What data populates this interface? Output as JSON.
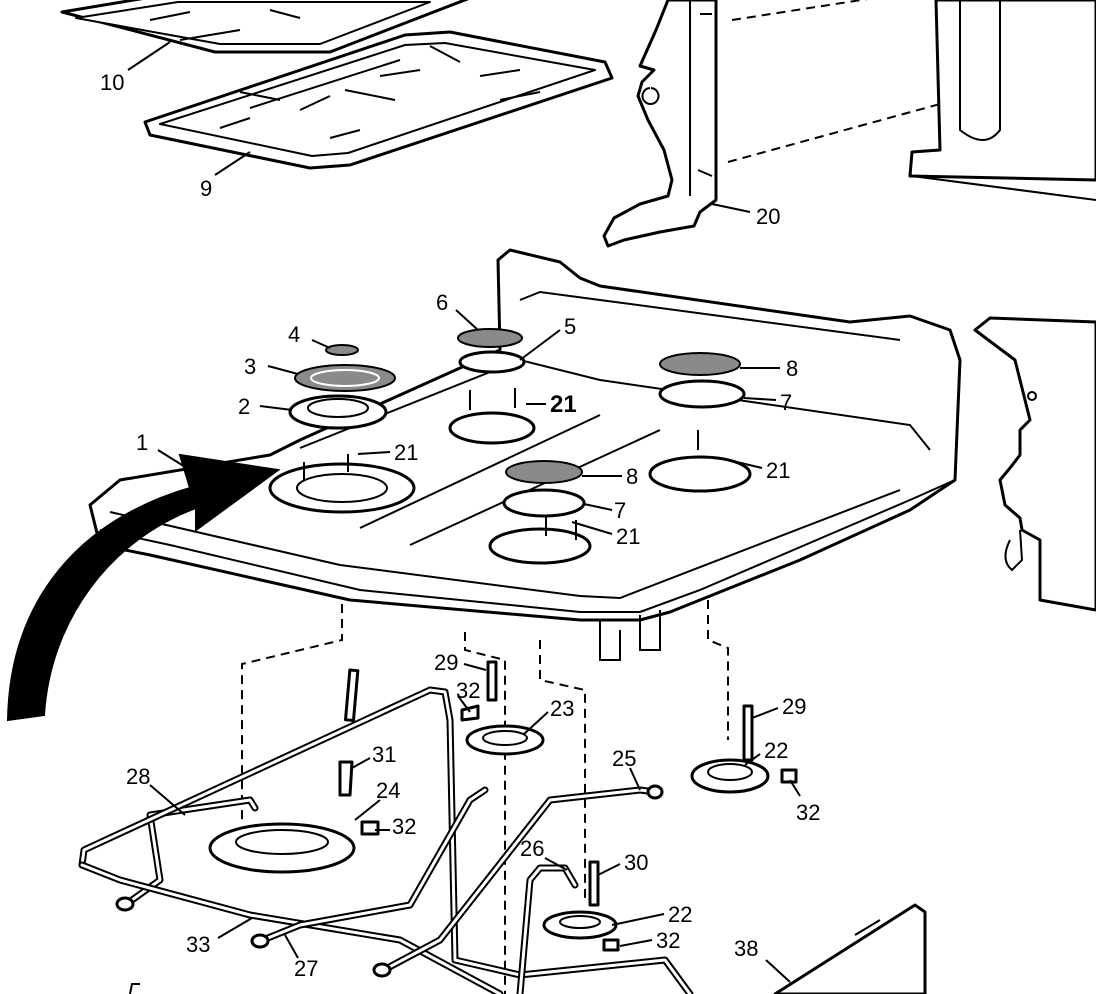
{
  "parts": [
    {
      "id": "grate-rear",
      "label": "10"
    },
    {
      "id": "grate-front",
      "label": "9"
    },
    {
      "id": "side-bracket",
      "label": "20"
    },
    {
      "id": "burner-cap-small",
      "label": "4"
    },
    {
      "id": "burner-ring",
      "label": "3"
    },
    {
      "id": "burner-head-left",
      "label": "2"
    },
    {
      "id": "cooktop",
      "label": "1"
    },
    {
      "id": "burner-cap-rear-center",
      "label": "6"
    },
    {
      "id": "burner-head-rear-center",
      "label": "5"
    },
    {
      "id": "burner-cap-rear-right",
      "label": "8"
    },
    {
      "id": "burner-head-rear-right",
      "label": "7"
    },
    {
      "id": "burner-cap-front-center",
      "label": "8"
    },
    {
      "id": "burner-head-front-center",
      "label": "7"
    },
    {
      "id": "screw-rear-center",
      "label": "21"
    },
    {
      "id": "screw-left",
      "label": "21"
    },
    {
      "id": "screw-right",
      "label": "21"
    },
    {
      "id": "screw-front-center",
      "label": "21"
    },
    {
      "id": "electrode-center",
      "label": "29"
    },
    {
      "id": "clip-center",
      "label": "32"
    },
    {
      "id": "burner-base-center",
      "label": "23"
    },
    {
      "id": "electrode-right",
      "label": "29"
    },
    {
      "id": "burner-base-right",
      "label": "22"
    },
    {
      "id": "clip-right",
      "label": "32"
    },
    {
      "id": "tube-right",
      "label": "25"
    },
    {
      "id": "tube-left-rear",
      "label": "28"
    },
    {
      "id": "electrode-left",
      "label": "31"
    },
    {
      "id": "burner-base-left",
      "label": "24"
    },
    {
      "id": "clip-left",
      "label": "32"
    },
    {
      "id": "tube-front",
      "label": "26"
    },
    {
      "id": "electrode-front",
      "label": "30"
    },
    {
      "id": "burner-base-front",
      "label": "22"
    },
    {
      "id": "clip-front",
      "label": "32"
    },
    {
      "id": "manifold-tube",
      "label": "33"
    },
    {
      "id": "tube-center-front",
      "label": "27"
    },
    {
      "id": "front-panel",
      "label": "38"
    }
  ]
}
